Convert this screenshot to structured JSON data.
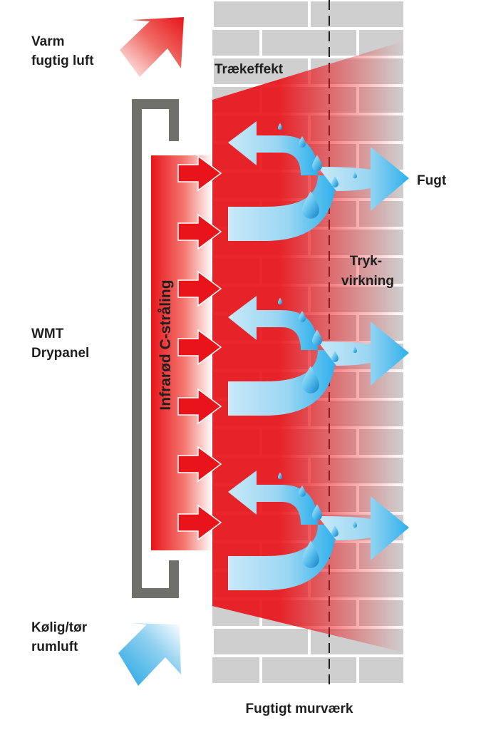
{
  "labels": {
    "warm_air_line1": "Varm",
    "warm_air_line2": "fugtig luft",
    "draft_effect": "Trækeffekt",
    "moisture": "Fugt",
    "pressure_line1": "Tryk-",
    "pressure_line2": "virkning",
    "panel_line1": "WMT",
    "panel_line2": "Drypanel",
    "radiation": "Infrarød C-stråling",
    "cool_air_line1": "Kølig/tør",
    "cool_air_line2": "rumluft",
    "masonry": "Fugtigt murværk"
  },
  "colors": {
    "heat_red": "#e8141a",
    "moisture_blue": "#3fb2e8",
    "panel_gray": "#6f6f6b",
    "brick_gray": "#cfcfcf",
    "mortar_white": "#ffffff",
    "text": "#1f1f1f"
  },
  "icons": [
    "warm-air-arrow",
    "cool-air-arrow",
    "heat-arrow",
    "moisture-arrow",
    "water-drop"
  ]
}
